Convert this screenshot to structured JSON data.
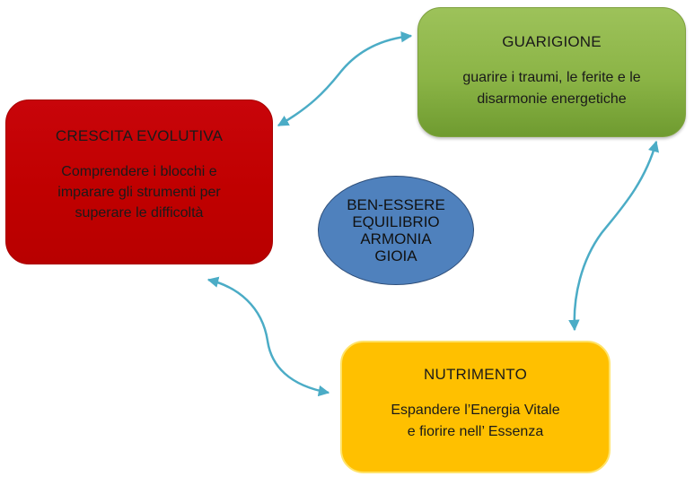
{
  "nodes": {
    "crescita": {
      "title": "CRESCITA EVOLUTIVA",
      "lines": [
        "Comprendere i blocchi e",
        "imparare gli strumenti per",
        "superare le difficoltà"
      ],
      "color": "#c00000"
    },
    "guarigione": {
      "title": "GUARIGIONE",
      "lines": [
        "guarire i traumi, le ferite e le",
        "disarmonie energetiche"
      ],
      "color": "#8bb446"
    },
    "nutrimento": {
      "title": "NUTRIMENTO",
      "lines": [
        "Espandere l’Energia Vitale",
        "e fiorire nell’ Essenza"
      ],
      "color": "#ffc000"
    },
    "center": {
      "lines": [
        "BEN-ESSERE",
        "EQUILIBRIO",
        "ARMONIA",
        "GIOIA"
      ],
      "color": "#4f81bd"
    }
  },
  "connectors": {
    "color": "#4bacc6",
    "links": [
      {
        "from": "crescita",
        "to": "guarigione",
        "style": "double-arrow"
      },
      {
        "from": "guarigione",
        "to": "nutrimento",
        "style": "double-arrow"
      },
      {
        "from": "nutrimento",
        "to": "crescita",
        "style": "double-arrow"
      }
    ]
  }
}
